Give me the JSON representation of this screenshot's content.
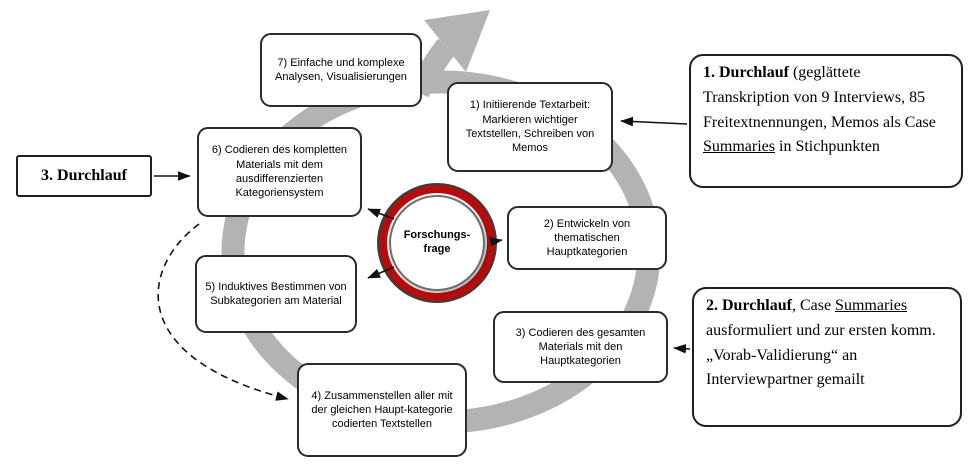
{
  "diagram": {
    "colors": {
      "ring": "#b3b3b3",
      "highlight": "#b50d0d",
      "line": "#111111"
    },
    "center": {
      "line1": "Forschungs-",
      "line2": "frage"
    },
    "steps": {
      "s1": "1) Initiierende Textarbeit: Markieren wichtiger Textstellen, Schreiben von Memos",
      "s2": "2) Entwickeln von thematischen Hauptkategorien",
      "s3": "3) Codieren des gesamten Materials mit den Hauptkategorien",
      "s4": "4) Zusammenstellen aller mit der gleichen Haupt-kategorie codierten Textstellen",
      "s5": "5) Induktives Bestimmen von Subkategorien am Material",
      "s6": "6) Codieren des kompletten Materials mit dem ausdifferenzierten Kategoriensystem",
      "s7": "7) Einfache und komplexe Analysen, Visualisierungen"
    },
    "annotations": {
      "a1": {
        "title": "1. Durchlauf",
        "t1": " (geglättete Transkription von 9 Interviews, 85 Freitextnennungen, Memos als Case ",
        "u": "Summaries",
        "t2": " in Stichpunkten"
      },
      "a2": {
        "title": "2. Durchlauf",
        "t1": ", Case ",
        "u": "Summaries",
        "t2": " ausformuliert und zur ersten komm. „Vorab-Validierung“ an Interviewpartner gemailt"
      },
      "a3": {
        "title": "3. Durchlauf"
      }
    }
  }
}
